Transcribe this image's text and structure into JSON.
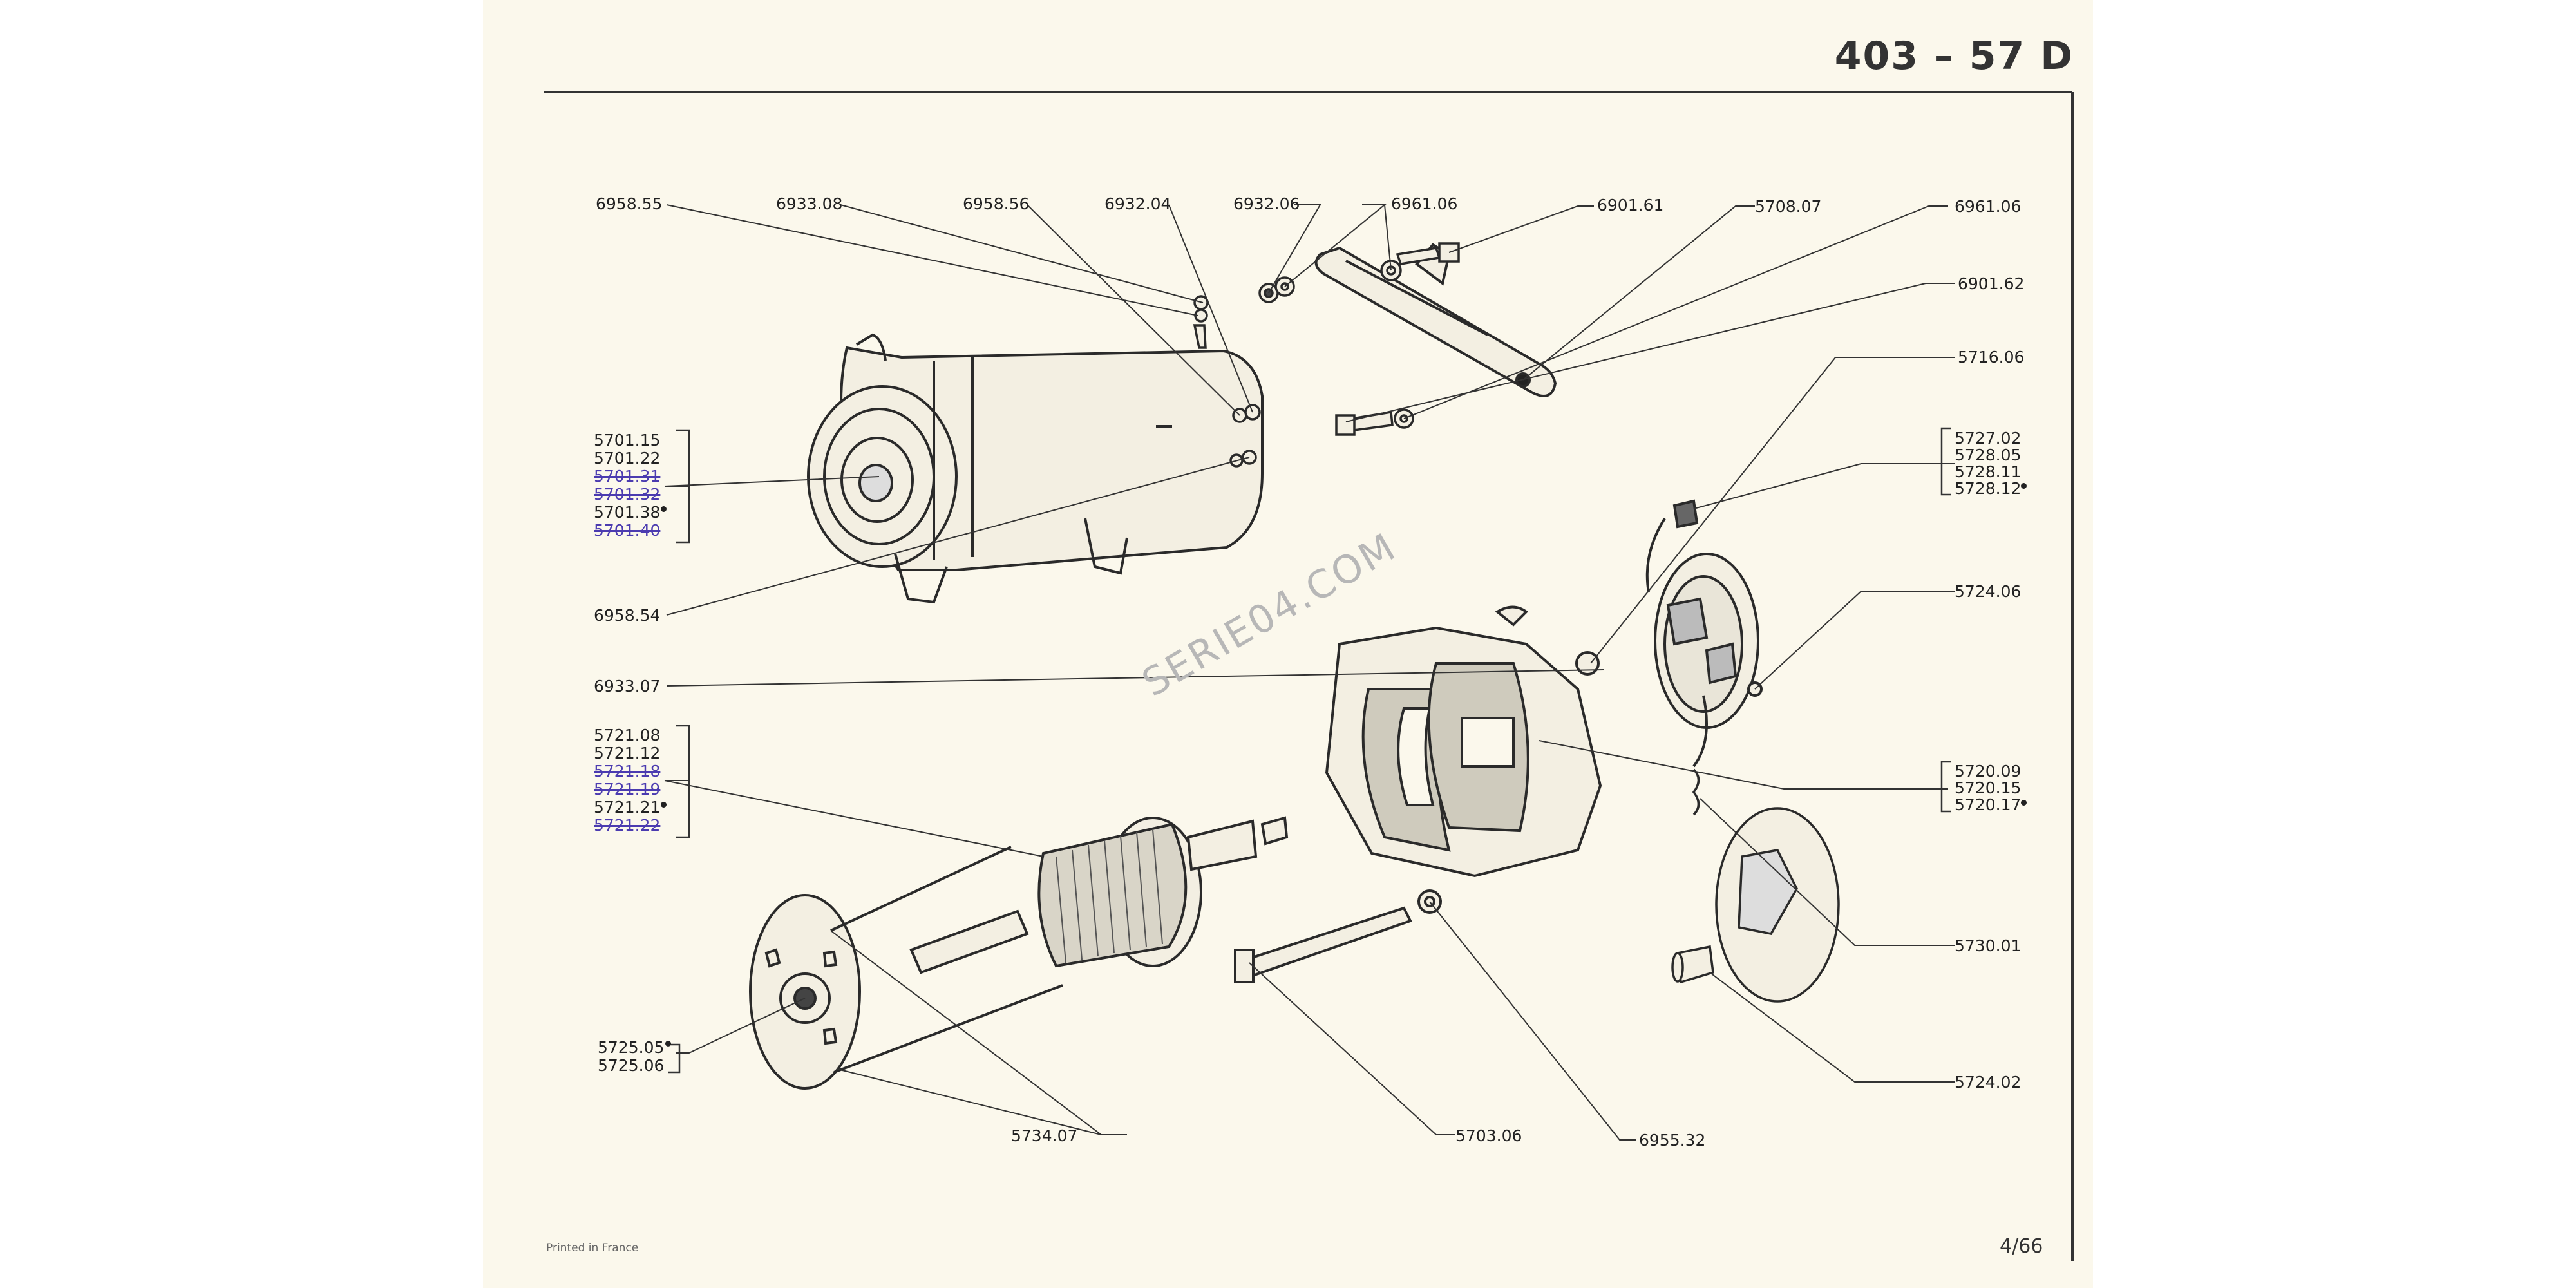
{
  "header": {
    "title": "403 – 57 D"
  },
  "watermark": "SERIE04.COM",
  "footer": {
    "printed": "Printed in France",
    "page": "4/66"
  },
  "parts": {
    "p6958_55": "6958.55",
    "p6933_08": "6933.08",
    "p6958_56": "6958.56",
    "p6932_04": "6932.04",
    "p6932_06": "6932.06",
    "p6961_06_a": "6961.06",
    "p6901_61": "6901.61",
    "p5708_07": "5708.07",
    "p6961_06_b": "6961.06",
    "p6901_62": "6901.62",
    "p5716_06": "5716.06",
    "group_5701": [
      "5701.15",
      "5701.22",
      "5701.31",
      "5701.32",
      "5701.38",
      "5701.40"
    ],
    "p6958_54": "6958.54",
    "p6933_07": "6933.07",
    "group_5721": [
      "5721.08",
      "5721.12",
      "5721.18",
      "5721.19",
      "5721.21",
      "5721.22"
    ],
    "group_5727": [
      "5727.02",
      "5728.05",
      "5728.11",
      "5728.12"
    ],
    "p5724_06": "5724.06",
    "group_5720": [
      "5720.09",
      "5720.15",
      "5720.17"
    ],
    "p5730_01": "5730.01",
    "p5724_02": "5724.02",
    "group_5725": [
      "5725.05",
      "5725.06"
    ],
    "p5734_07": "5734.07",
    "p5703_06": "5703.06",
    "p6955_32": "6955.32"
  }
}
